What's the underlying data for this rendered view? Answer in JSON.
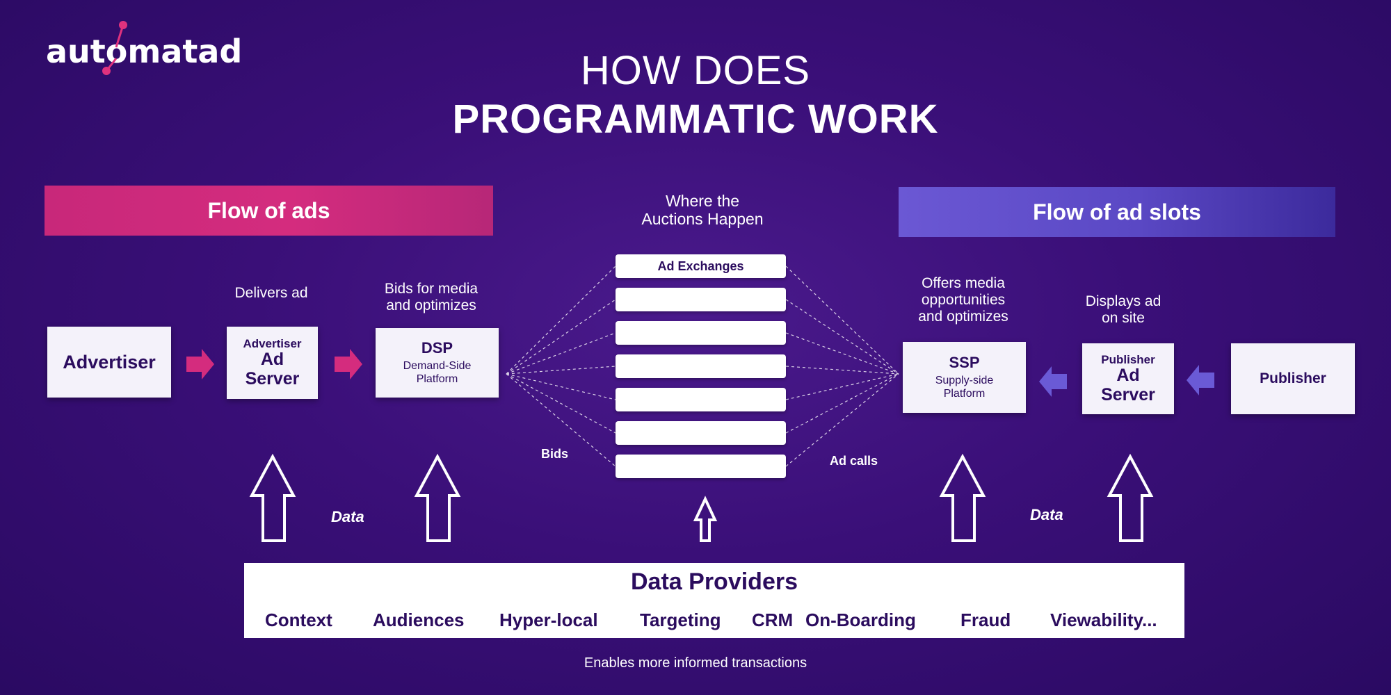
{
  "logo": {
    "text": "automatad",
    "accent": "#e0327e"
  },
  "title": {
    "line1": "HOW DOES",
    "line2": "PROGRAMMATIC WORK"
  },
  "banners": {
    "ads": "Flow of ads",
    "slots": "Flow of ad slots"
  },
  "auction": {
    "caption_line1": "Where the",
    "caption_line2": "Auctions Happen",
    "exchanges_label": "Ad Exchanges"
  },
  "left": {
    "advertiser": "Advertiser",
    "ad_server": {
      "caption": "Delivers ad",
      "small": "Advertiser",
      "big1": "Ad",
      "big2": "Server"
    },
    "dsp": {
      "caption_line1": "Bids for media",
      "caption_line2": "and optimizes",
      "title": "DSP",
      "sub_line1": "Demand-Side",
      "sub_line2": "Platform"
    },
    "bids_label": "Bids"
  },
  "right": {
    "ssp": {
      "caption_line1": "Offers media",
      "caption_line2": "opportunities",
      "caption_line3": "and optimizes",
      "title": "SSP",
      "sub_line1": "Supply-side",
      "sub_line2": "Platform"
    },
    "ad_server": {
      "caption_line1": "Displays ad",
      "caption_line2": "on site",
      "small": "Publisher",
      "big1": "Ad",
      "big2": "Server"
    },
    "publisher": "Publisher",
    "ad_calls_label": "Ad calls"
  },
  "data_labels": {
    "left": "Data",
    "right": "Data"
  },
  "data_providers": {
    "title": "Data Providers",
    "items": [
      "Context",
      "Audiences",
      "Hyper-local",
      "Targeting",
      "CRM",
      "On-Boarding",
      "Fraud",
      "Viewability..."
    ]
  },
  "footer": "Enables more informed transactions",
  "colors": {
    "background": "#3a0f78",
    "pink": "#d42c7e",
    "violet": "#5a48c4",
    "box_text": "#2b0c5e"
  }
}
